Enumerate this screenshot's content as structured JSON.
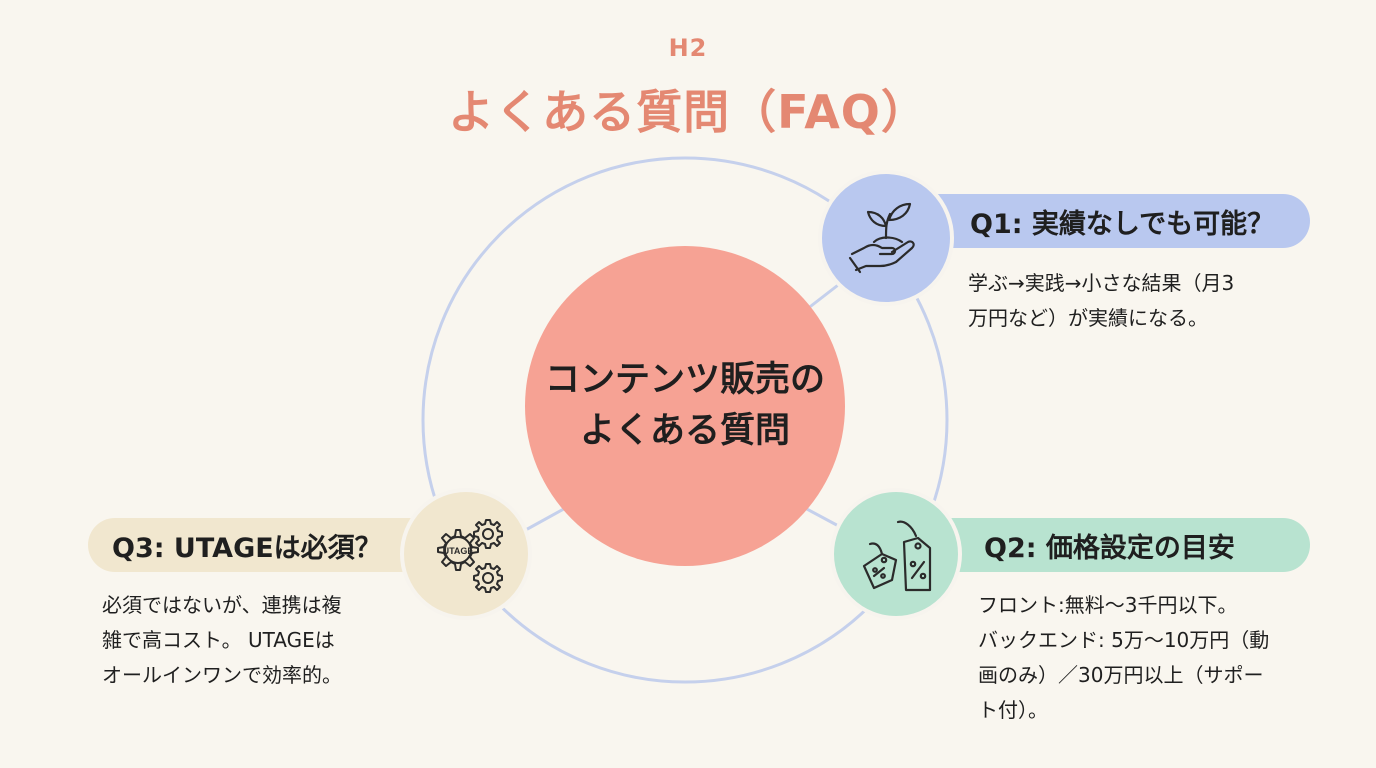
{
  "header": {
    "tag": "H2",
    "title": "よくある質問（FAQ）"
  },
  "center": {
    "line1": "コンテンツ販売の",
    "line2": "よくある質問"
  },
  "questions": [
    {
      "title": "Q1: 実績なしでも可能？",
      "answer_lines": [
        "学ぶ→実践→小さな結果（月3",
        "万円など）が実績になる。"
      ],
      "icon": "plant-in-hand-icon",
      "color": "#b9c8ef"
    },
    {
      "title": "Q2: 価格設定の目安",
      "answer_lines": [
        "フロント:無料〜3千円以下。",
        "バックエンド: 5万〜10万円（動",
        "画のみ）／30万円以上（サポー",
        "ト付）。"
      ],
      "icon": "price-tag-icon",
      "color": "#b8e3d0"
    },
    {
      "title": "Q3: UTAGEは必須？",
      "answer_lines": [
        "必須ではないが、連携は複",
        "雑で高コスト。 UTAGEは",
        "オールインワンで効率的。"
      ],
      "icon": "gear-icon",
      "icon_label": "UTAGE",
      "color": "#f1e7cf"
    }
  ],
  "colors": {
    "accent": "#e48872",
    "center_fill": "#f6a294",
    "ring": "#c2cdea",
    "background": "#f9f6ef"
  }
}
